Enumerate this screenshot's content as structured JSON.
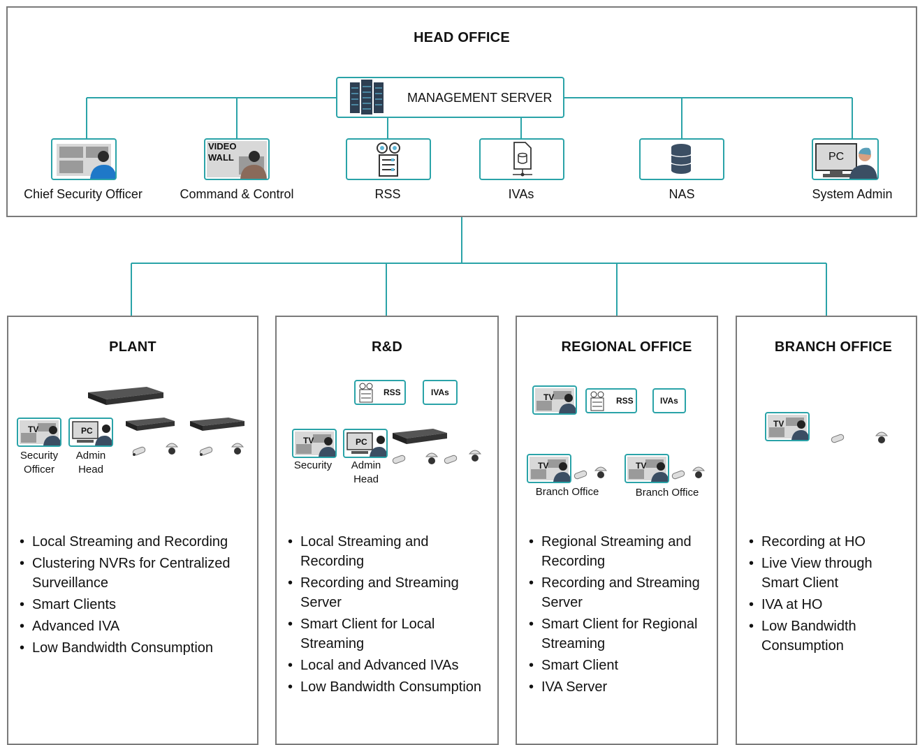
{
  "head_office": {
    "title": "HEAD OFFICE",
    "management_server": "MANAGEMENT SERVER",
    "nodes": [
      {
        "label": "Chief Security Officer"
      },
      {
        "label": "Command & Control",
        "screen_text": [
          "VIDEO",
          "WALL"
        ]
      },
      {
        "label": "RSS"
      },
      {
        "label": "IVAs"
      },
      {
        "label": "NAS"
      },
      {
        "label": "System Admin",
        "screen_text": "PC"
      }
    ]
  },
  "sites": [
    {
      "title": "PLANT",
      "devices": {
        "tv": "TV",
        "pc": "PC",
        "viewers": [
          "Security\nOfficer",
          "Admin\nHead"
        ]
      },
      "bullets": [
        "Local Streaming and Recording",
        "Clustering NVRs for Centralized Surveillance",
        "Smart Clients",
        "Advanced IVA",
        "Low Bandwidth Consumption"
      ]
    },
    {
      "title": "R&D",
      "devices": {
        "rss": "RSS",
        "ivas": "IVAs",
        "tv": "TV",
        "pc": "PC",
        "viewers": [
          "Security",
          "Admin\nHead"
        ]
      },
      "bullets": [
        "Local Streaming and Recording",
        "Recording and Streaming Server",
        "Smart Client for Local Streaming",
        "Local and Advanced IVAs",
        "Low Bandwidth Consumption"
      ]
    },
    {
      "title": "REGIONAL OFFICE",
      "devices": {
        "tv": "TV",
        "rss": "RSS",
        "ivas": "IVAs",
        "branch_tv": "TV",
        "branches": [
          "Branch Office",
          "Branch Office"
        ]
      },
      "bullets": [
        "Regional Streaming and Recording",
        "Recording and Streaming Server",
        "Smart Client for Regional Streaming",
        "Smart Client",
        "IVA Server"
      ]
    },
    {
      "title": "BRANCH OFFICE",
      "devices": {
        "tv": "TV"
      },
      "bullets": [
        "Recording at HO",
        "Live View through Smart Client",
        "IVA at HO",
        "Low Bandwidth Consumption"
      ]
    }
  ],
  "colors": {
    "accent": "#2aa3a8",
    "border": "#7a7a7a",
    "person_blue": "#1e78c8"
  }
}
